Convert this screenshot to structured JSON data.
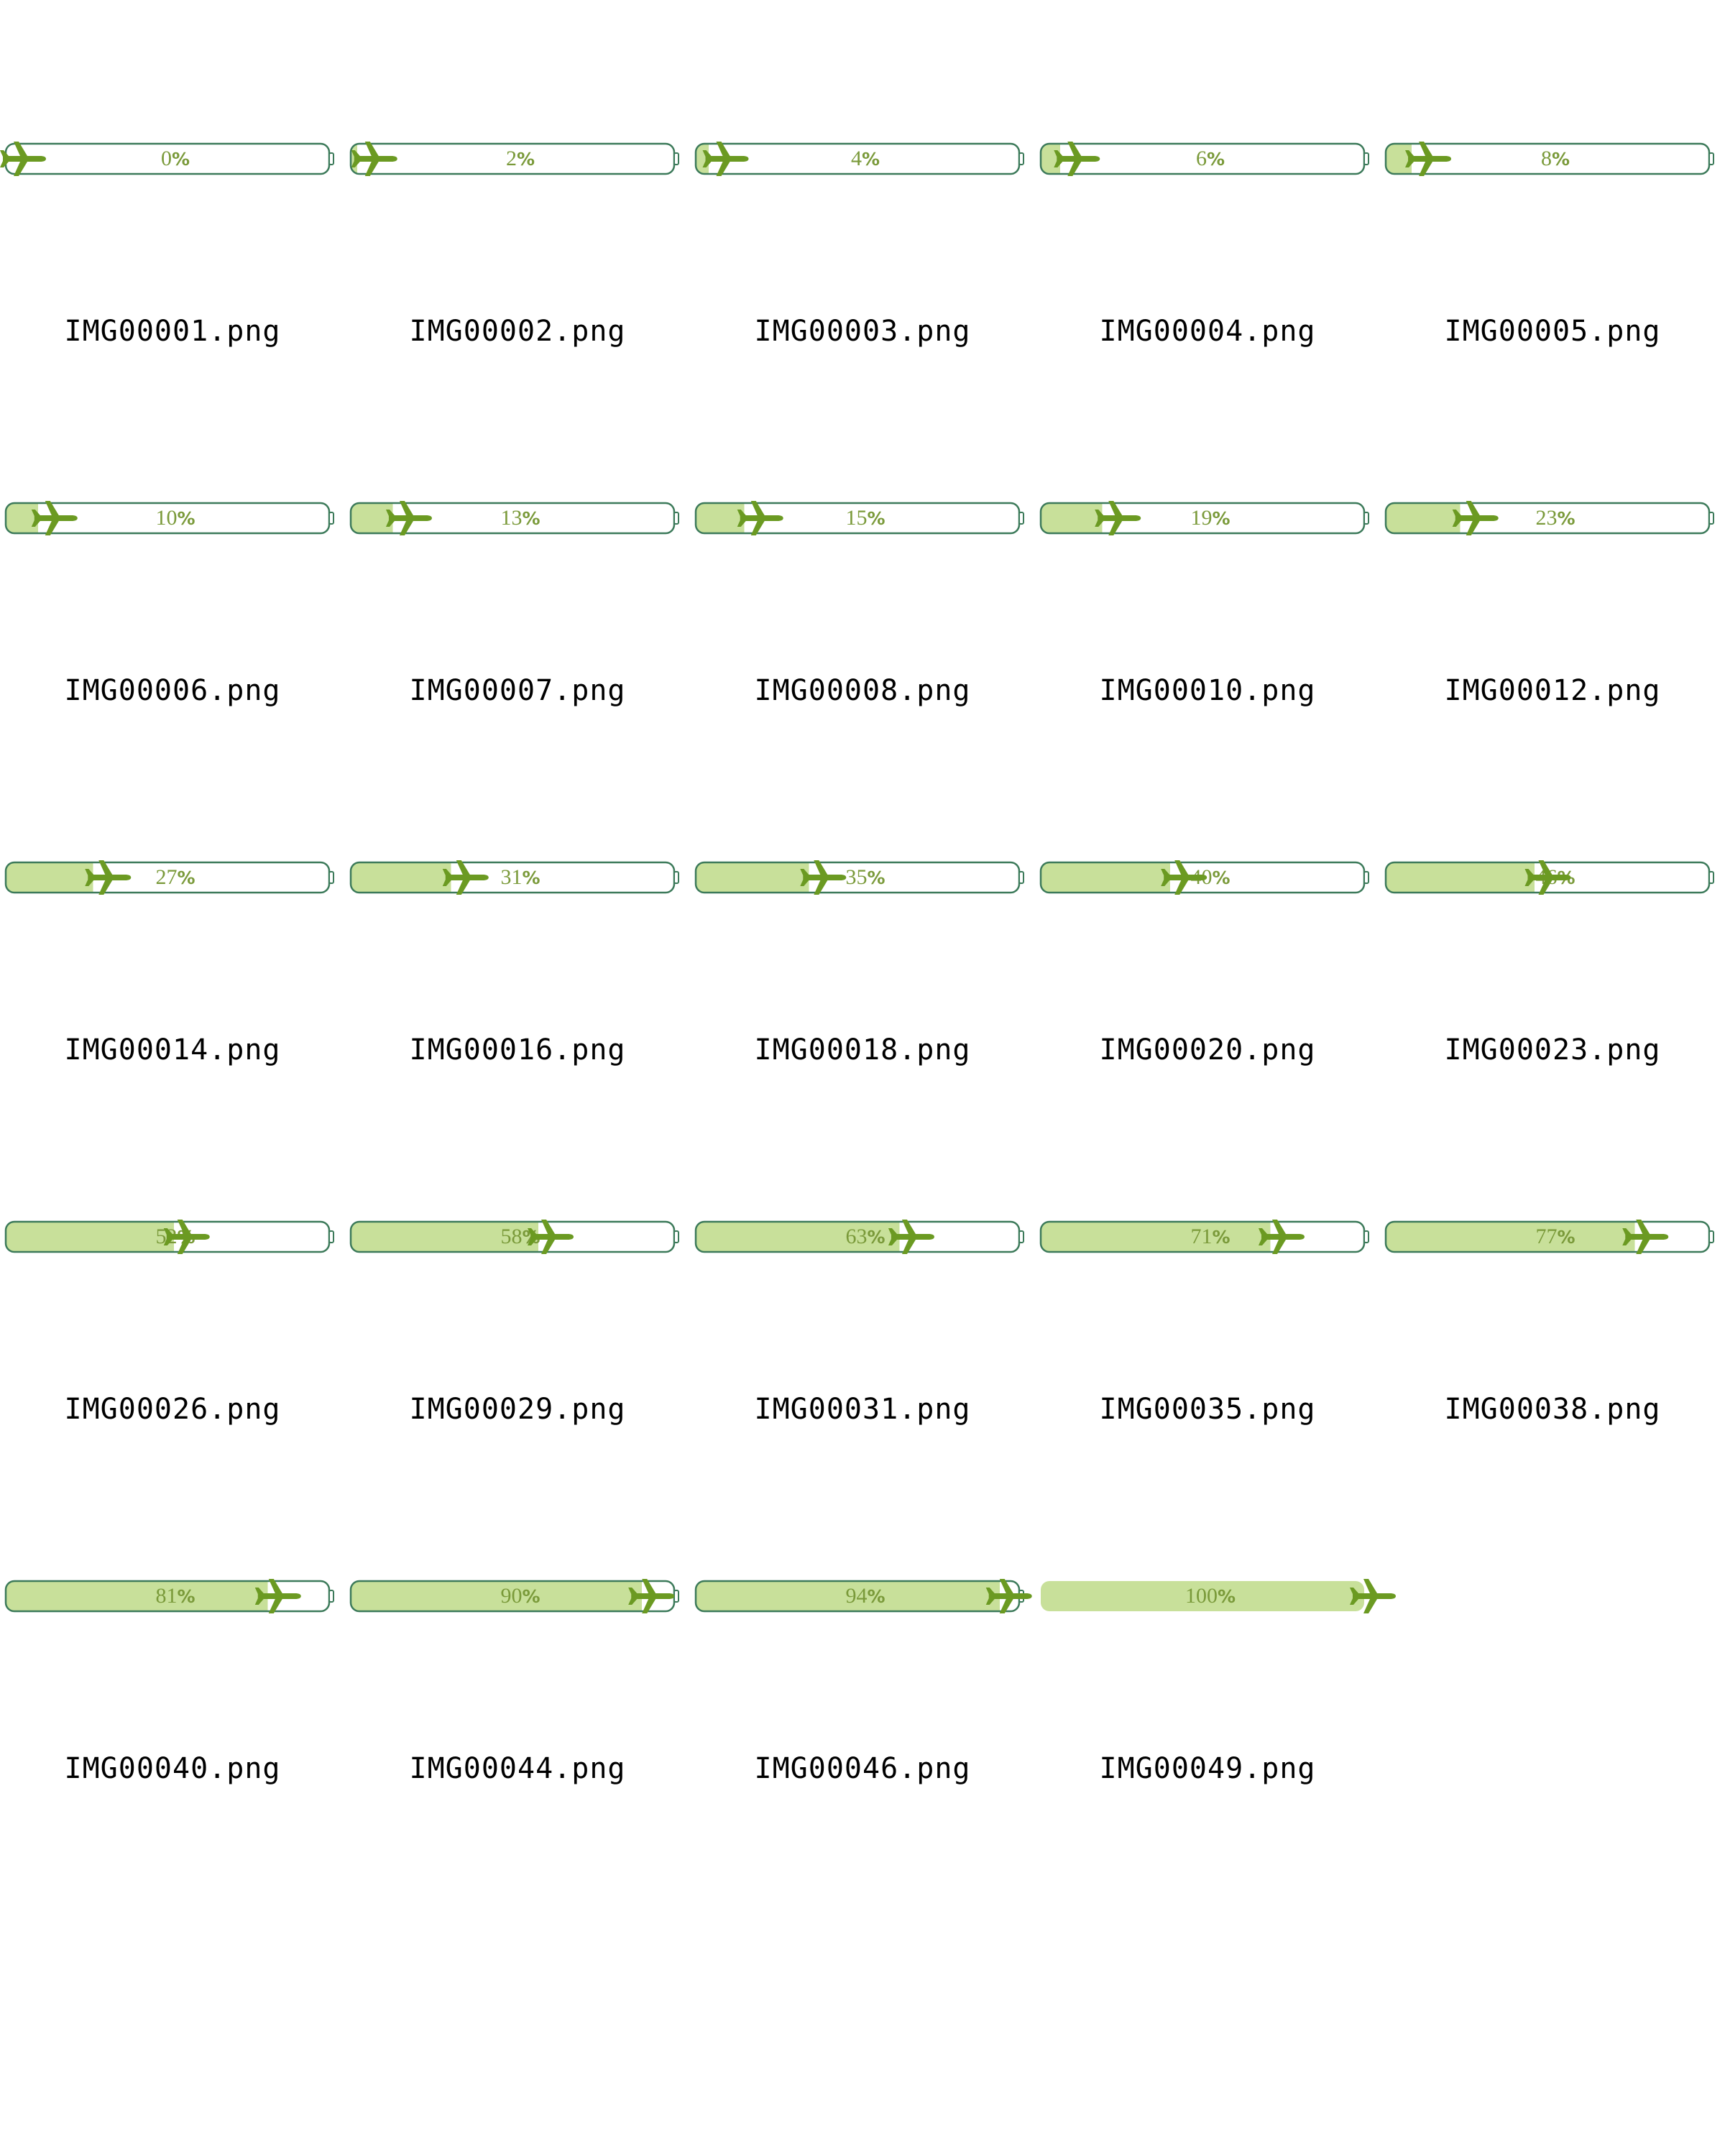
{
  "colors": {
    "outline": "#3c7a5a",
    "fill": "#c8e09a",
    "plane": "#6b9a22",
    "text": "#7a9a3a"
  },
  "icons": {
    "progress_marker": "airplane-icon"
  },
  "thumbnails": [
    {
      "filename": "IMG00001.png",
      "percent_label": "0",
      "progress": 0
    },
    {
      "filename": "IMG00002.png",
      "percent_label": "2",
      "progress": 2
    },
    {
      "filename": "IMG00003.png",
      "percent_label": "4",
      "progress": 4
    },
    {
      "filename": "IMG00004.png",
      "percent_label": "6",
      "progress": 6
    },
    {
      "filename": "IMG00005.png",
      "percent_label": "8",
      "progress": 8
    },
    {
      "filename": "IMG00006.png",
      "percent_label": "10",
      "progress": 10
    },
    {
      "filename": "IMG00007.png",
      "percent_label": "13",
      "progress": 13
    },
    {
      "filename": "IMG00008.png",
      "percent_label": "15",
      "progress": 15
    },
    {
      "filename": "IMG00010.png",
      "percent_label": "19",
      "progress": 19
    },
    {
      "filename": "IMG00012.png",
      "percent_label": "23",
      "progress": 23
    },
    {
      "filename": "IMG00014.png",
      "percent_label": "27",
      "progress": 27
    },
    {
      "filename": "IMG00016.png",
      "percent_label": "31",
      "progress": 31
    },
    {
      "filename": "IMG00018.png",
      "percent_label": "35",
      "progress": 35
    },
    {
      "filename": "IMG00020.png",
      "percent_label": "40",
      "progress": 40
    },
    {
      "filename": "IMG00023.png",
      "percent_label": "46",
      "progress": 46
    },
    {
      "filename": "IMG00026.png",
      "percent_label": "52",
      "progress": 52
    },
    {
      "filename": "IMG00029.png",
      "percent_label": "58",
      "progress": 58
    },
    {
      "filename": "IMG00031.png",
      "percent_label": "63",
      "progress": 63
    },
    {
      "filename": "IMG00035.png",
      "percent_label": "71",
      "progress": 71
    },
    {
      "filename": "IMG00038.png",
      "percent_label": "77",
      "progress": 77
    },
    {
      "filename": "IMG00040.png",
      "percent_label": "81",
      "progress": 81
    },
    {
      "filename": "IMG00044.png",
      "percent_label": "90",
      "progress": 90
    },
    {
      "filename": "IMG00046.png",
      "percent_label": "94",
      "progress": 94
    },
    {
      "filename": "IMG00049.png",
      "percent_label": "100",
      "progress": 100
    }
  ]
}
